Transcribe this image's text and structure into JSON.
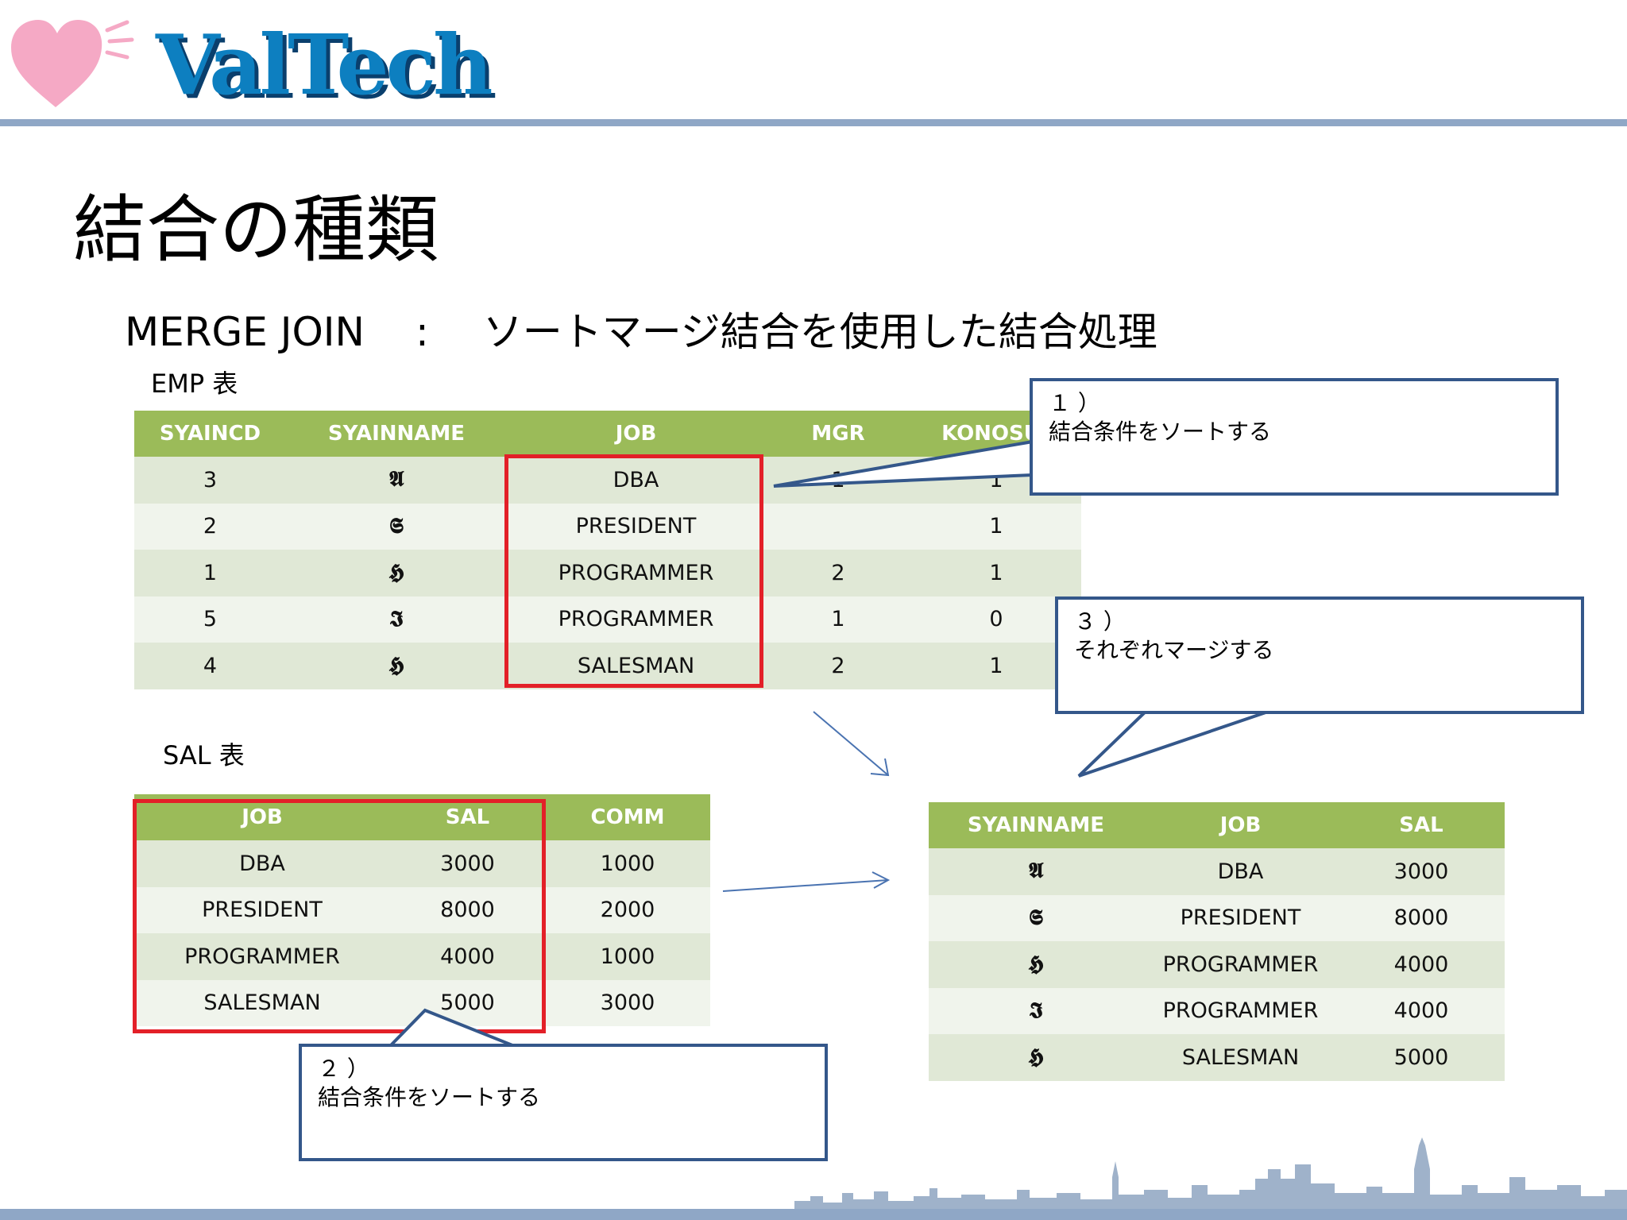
{
  "header": {
    "brand": "ValTech"
  },
  "title": "結合の種類",
  "subtitle": {
    "term": "MERGE JOIN",
    "separator": ":",
    "description": "ソートマージ結合を使用した結合処理"
  },
  "emp": {
    "label": "EMP 表",
    "columns": [
      "SYAINCD",
      "SYAINNAME",
      "JOB",
      "MGR",
      "KONOSU_"
    ],
    "rows": [
      [
        "3",
        "𝕬",
        "DBA",
        "1",
        "1"
      ],
      [
        "2",
        "𝕾",
        "PRESIDENT",
        "",
        "1"
      ],
      [
        "1",
        "𝕳",
        "PROGRAMMER",
        "2",
        "1"
      ],
      [
        "5",
        "𝕴",
        "PROGRAMMER",
        "1",
        "0"
      ],
      [
        "4",
        "𝕳",
        "SALESMAN",
        "2",
        "1"
      ]
    ]
  },
  "sal": {
    "label": "SAL 表",
    "columns": [
      "JOB",
      "SAL",
      "COMM"
    ],
    "rows": [
      [
        "DBA",
        "3000",
        "1000"
      ],
      [
        "PRESIDENT",
        "8000",
        "2000"
      ],
      [
        "PROGRAMMER",
        "4000",
        "1000"
      ],
      [
        "SALESMAN",
        "5000",
        "3000"
      ]
    ]
  },
  "result": {
    "columns": [
      "SYAINNAME",
      "JOB",
      "SAL"
    ],
    "rows": [
      [
        "𝕬",
        "DBA",
        "3000"
      ],
      [
        "𝕾",
        "PRESIDENT",
        "8000"
      ],
      [
        "𝕳",
        "PROGRAMMER",
        "4000"
      ],
      [
        "𝕴",
        "PROGRAMMER",
        "4000"
      ],
      [
        "𝕳",
        "SALESMAN",
        "5000"
      ]
    ]
  },
  "callouts": {
    "step1": {
      "num": "１ ）",
      "text": "結合条件をソートする"
    },
    "step2": {
      "num": "２ ）",
      "text": "結合条件をソートする"
    },
    "step3": {
      "num": "３ ）",
      "text": "それぞれマージする"
    }
  },
  "colors": {
    "header_green": "#9bbb59",
    "highlight_red": "#e32028",
    "callout_border": "#34578a",
    "band_blue": "#8fa7c6"
  },
  "icons": [
    "heart-icon",
    "skyline-illustration"
  ]
}
